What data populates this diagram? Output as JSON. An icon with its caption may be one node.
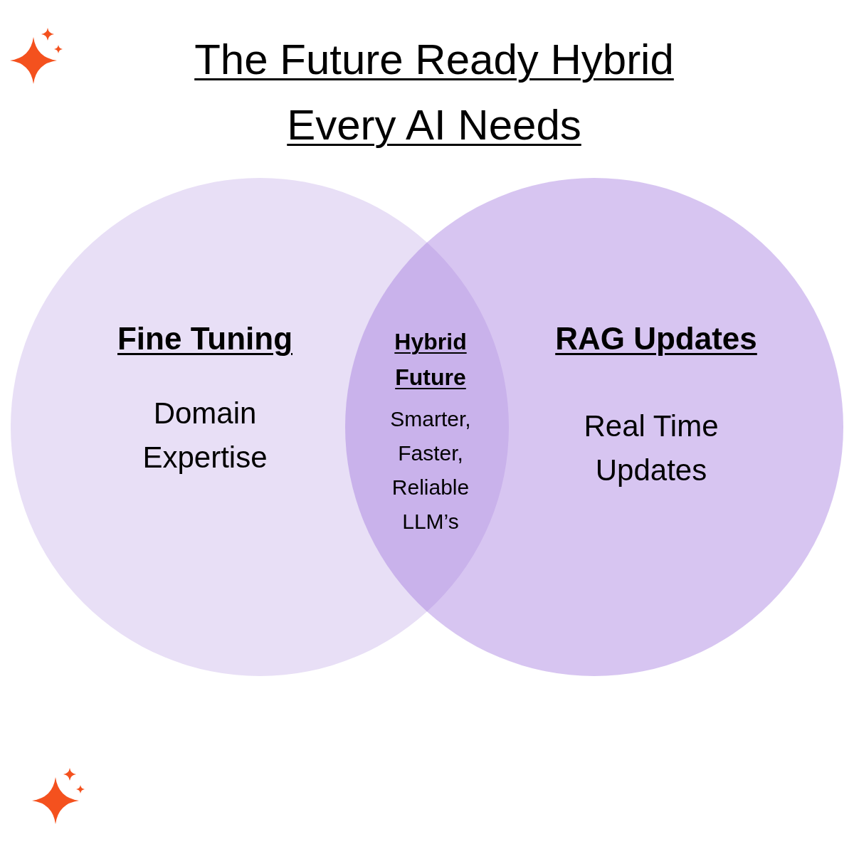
{
  "diagram": {
    "title": "The Future Ready Hybrid Every AI Needs",
    "nodes": [
      {
        "text": [
          "Fine Tuning",
          "Domain Expertise"
        ]
      },
      {
        "text": [
          "RAG Updates",
          "Real Time Updates"
        ]
      },
      {
        "text": [
          "Hybrid Future",
          "Smarter, Faster, Reliable LLM’s"
        ]
      }
    ]
  }
}
